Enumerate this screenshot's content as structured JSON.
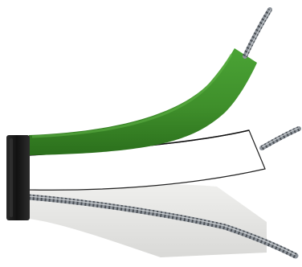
{
  "illustration": {
    "subject": "",
    "components": [
      {
        "name": "jacket-clamp",
        "color": "#151515"
      },
      {
        "name": "green-insulated-conductor",
        "color": "#3f8f2b"
      },
      {
        "name": "white-insulated-conductor",
        "color": "#ffffff"
      },
      {
        "name": "grey-shield-band",
        "color": "#e3e3e1"
      },
      {
        "name": "stranded-wire",
        "color": "#8e949b"
      }
    ],
    "accent_colors": {
      "green": "#3f8f2b",
      "green_dark": "#2b6f1c",
      "clamp": "#151515",
      "wire": "#8e949b",
      "wire_dark": "#4b5056",
      "shield": "#e3e3e1"
    }
  }
}
